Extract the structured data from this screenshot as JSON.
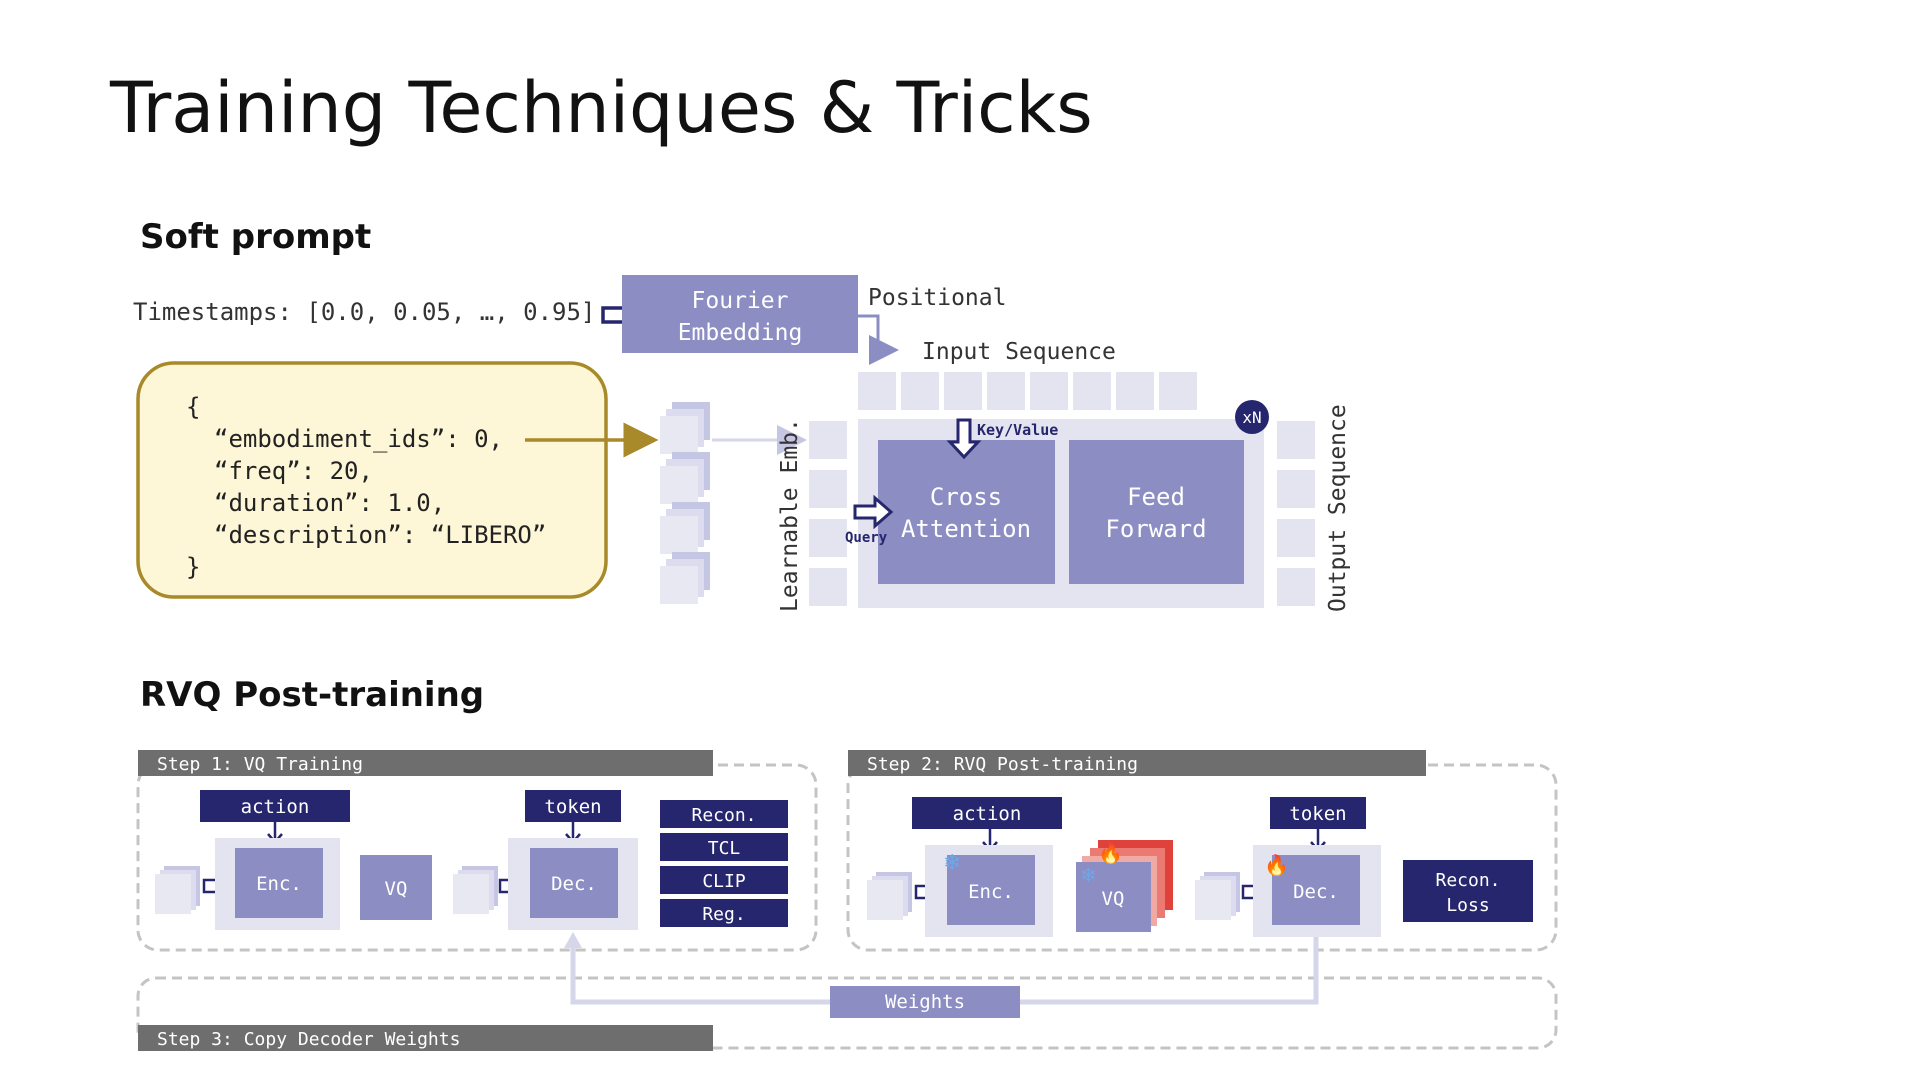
{
  "title": "Training Techniques & Tricks",
  "soft_prompt": {
    "heading": "Soft prompt",
    "timestamps_text": "Timestamps: [0.0, 0.05, …, 0.95]",
    "fourier_line1": "Fourier",
    "fourier_line2": "Embedding",
    "positional_label": "Positional",
    "input_sequence_label": "Input Sequence",
    "json_lines": [
      "{",
      "“embodiment_ids”: 0,",
      "“freq”: 20,",
      "“duration”: 1.0,",
      "“description”: “LIBERO”",
      "}"
    ],
    "learnable_emb_label": "Learnable Emb.",
    "output_sequence_label": "Output Sequence",
    "key_value_label": "Key/Value",
    "query_label": "Query",
    "cross_attention_line1": "Cross",
    "cross_attention_line2": "Attention",
    "feed_forward_line1": "Feed",
    "feed_forward_line2": "Forward",
    "xn_label": "xN"
  },
  "rvq": {
    "heading": "RVQ Post-training",
    "step1_label": "Step 1: VQ Training",
    "step2_label": "Step 2: RVQ Post-training",
    "step3_label": "Step 3: Copy Decoder Weights",
    "action_label": "action",
    "token_label": "token",
    "enc_label": "Enc.",
    "dec_label": "Dec.",
    "vq_label": "VQ",
    "losses": [
      "Recon.",
      "TCL",
      "CLIP",
      "Reg."
    ],
    "recon_loss_line1": "Recon.",
    "recon_loss_line2": "Loss",
    "weights_label": "Weights"
  },
  "colors": {
    "purple": "#8b8dc3",
    "light_purple": "#c5c6e3",
    "pale_purple": "#e4e4f0",
    "navy": "#26266e",
    "gray_bar": "#6e6e6e",
    "gold": "#a88a2a",
    "cream": "#fdf7d7",
    "red": "#e0413a"
  }
}
